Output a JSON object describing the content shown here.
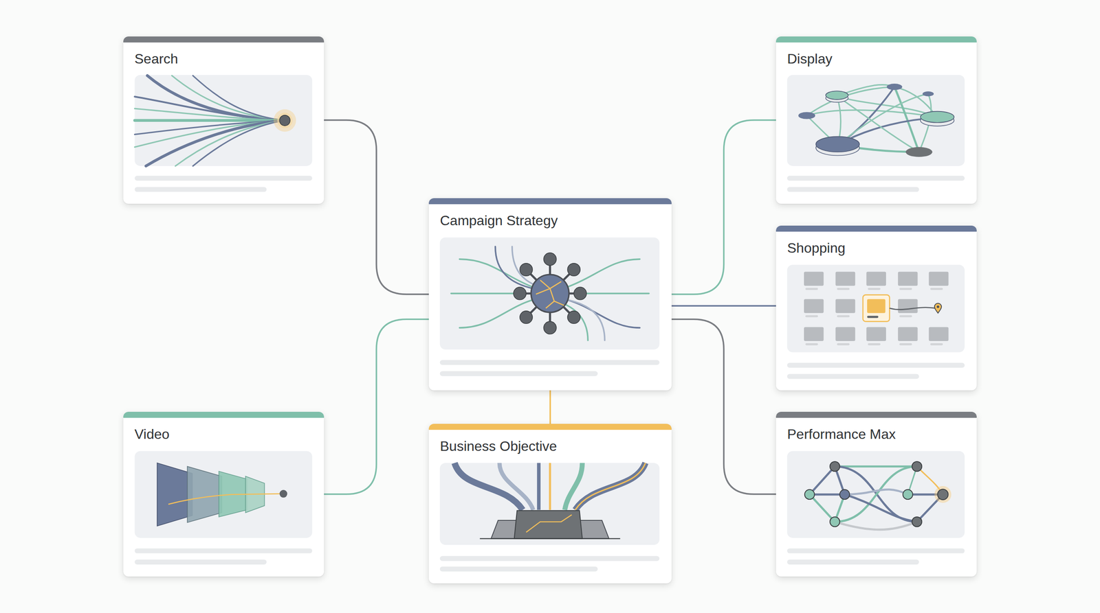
{
  "diagram": {
    "nodes": [
      {
        "text": [
          "Search"
        ]
      },
      {
        "text": [
          "Display"
        ]
      },
      {
        "text": [
          "Campaign Strategy"
        ]
      },
      {
        "text": [
          "Shopping"
        ]
      },
      {
        "text": [
          "Video"
        ]
      },
      {
        "text": [
          "Business Objective"
        ]
      },
      {
        "text": [
          "Performance Max"
        ]
      }
    ],
    "edges": [
      {
        "from": 2,
        "to": 0,
        "arrow": "none"
      },
      {
        "from": 2,
        "to": 1,
        "arrow": "none"
      },
      {
        "from": 2,
        "to": 3,
        "arrow": "none"
      },
      {
        "from": 2,
        "to": 4,
        "arrow": "none"
      },
      {
        "from": 2,
        "to": 6,
        "arrow": "none"
      },
      {
        "from": 2,
        "to": 5,
        "arrow": "none"
      }
    ]
  }
}
